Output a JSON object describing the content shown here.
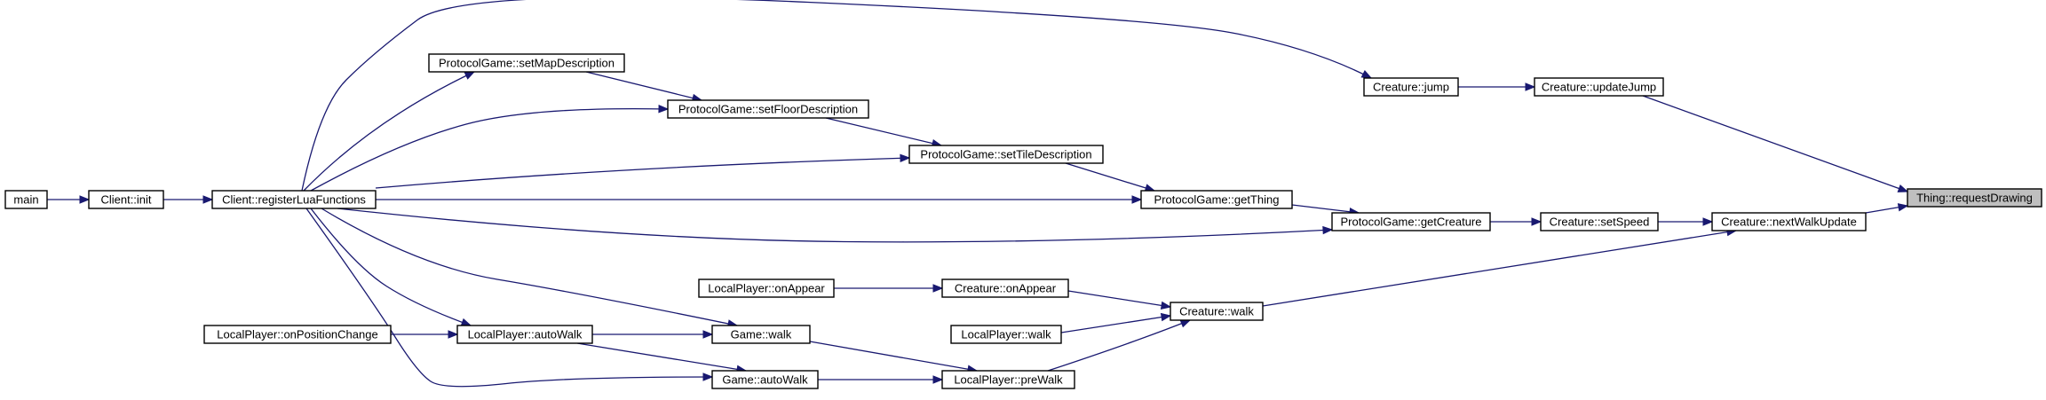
{
  "graph": {
    "nodes": [
      {
        "id": "requestDrawing",
        "label": "Thing::requestDrawing",
        "root": true
      },
      {
        "id": "updateJump",
        "label": "Creature::updateJump"
      },
      {
        "id": "jump",
        "label": "Creature::jump"
      },
      {
        "id": "nextWalkUpdate",
        "label": "Creature::nextWalkUpdate"
      },
      {
        "id": "setSpeed",
        "label": "Creature::setSpeed"
      },
      {
        "id": "getCreature",
        "label": "ProtocolGame::getCreature"
      },
      {
        "id": "getThing",
        "label": "ProtocolGame::getThing"
      },
      {
        "id": "setTileDescription",
        "label": "ProtocolGame::setTileDescription"
      },
      {
        "id": "setFloorDescription",
        "label": "ProtocolGame::setFloorDescription"
      },
      {
        "id": "setMapDescription",
        "label": "ProtocolGame::setMapDescription"
      },
      {
        "id": "registerLuaFunctions",
        "label": "Client::registerLuaFunctions"
      },
      {
        "id": "clientInit",
        "label": "Client::init"
      },
      {
        "id": "main",
        "label": "main"
      },
      {
        "id": "creatureWalk",
        "label": "Creature::walk"
      },
      {
        "id": "creatureOnAppear",
        "label": "Creature::onAppear"
      },
      {
        "id": "lpOnAppear",
        "label": "LocalPlayer::onAppear"
      },
      {
        "id": "lpWalk",
        "label": "LocalPlayer::walk"
      },
      {
        "id": "lpPreWalk",
        "label": "LocalPlayer::preWalk"
      },
      {
        "id": "gameWalk",
        "label": "Game::walk"
      },
      {
        "id": "gameAutoWalk",
        "label": "Game::autoWalk"
      },
      {
        "id": "lpAutoWalk",
        "label": "LocalPlayer::autoWalk"
      },
      {
        "id": "lpOnPositionChange",
        "label": "LocalPlayer::onPositionChange"
      }
    ],
    "edges": [
      {
        "from": "updateJump",
        "to": "requestDrawing"
      },
      {
        "from": "nextWalkUpdate",
        "to": "requestDrawing"
      },
      {
        "from": "jump",
        "to": "updateJump"
      },
      {
        "from": "registerLuaFunctions",
        "to": "jump"
      },
      {
        "from": "setSpeed",
        "to": "nextWalkUpdate"
      },
      {
        "from": "creatureWalk",
        "to": "nextWalkUpdate"
      },
      {
        "from": "getCreature",
        "to": "setSpeed"
      },
      {
        "from": "getThing",
        "to": "getCreature"
      },
      {
        "from": "registerLuaFunctions",
        "to": "getCreature"
      },
      {
        "from": "setTileDescription",
        "to": "getThing"
      },
      {
        "from": "registerLuaFunctions",
        "to": "getThing"
      },
      {
        "from": "setFloorDescription",
        "to": "setTileDescription"
      },
      {
        "from": "registerLuaFunctions",
        "to": "setTileDescription"
      },
      {
        "from": "setMapDescription",
        "to": "setFloorDescription"
      },
      {
        "from": "registerLuaFunctions",
        "to": "setFloorDescription"
      },
      {
        "from": "registerLuaFunctions",
        "to": "setMapDescription"
      },
      {
        "from": "clientInit",
        "to": "registerLuaFunctions"
      },
      {
        "from": "main",
        "to": "clientInit"
      },
      {
        "from": "creatureOnAppear",
        "to": "creatureWalk"
      },
      {
        "from": "lpWalk",
        "to": "creatureWalk"
      },
      {
        "from": "lpPreWalk",
        "to": "creatureWalk"
      },
      {
        "from": "lpOnAppear",
        "to": "creatureOnAppear"
      },
      {
        "from": "gameWalk",
        "to": "lpPreWalk"
      },
      {
        "from": "gameAutoWalk",
        "to": "lpPreWalk"
      },
      {
        "from": "lpAutoWalk",
        "to": "gameWalk"
      },
      {
        "from": "registerLuaFunctions",
        "to": "gameWalk"
      },
      {
        "from": "lpAutoWalk",
        "to": "gameAutoWalk"
      },
      {
        "from": "registerLuaFunctions",
        "to": "gameAutoWalk"
      },
      {
        "from": "lpOnPositionChange",
        "to": "lpAutoWalk"
      },
      {
        "from": "registerLuaFunctions",
        "to": "lpAutoWalk"
      }
    ],
    "colors": {
      "edge": "#191970",
      "root_fill": "#bfbfbf",
      "node_fill": "#ffffff",
      "node_border": "#000000"
    }
  }
}
